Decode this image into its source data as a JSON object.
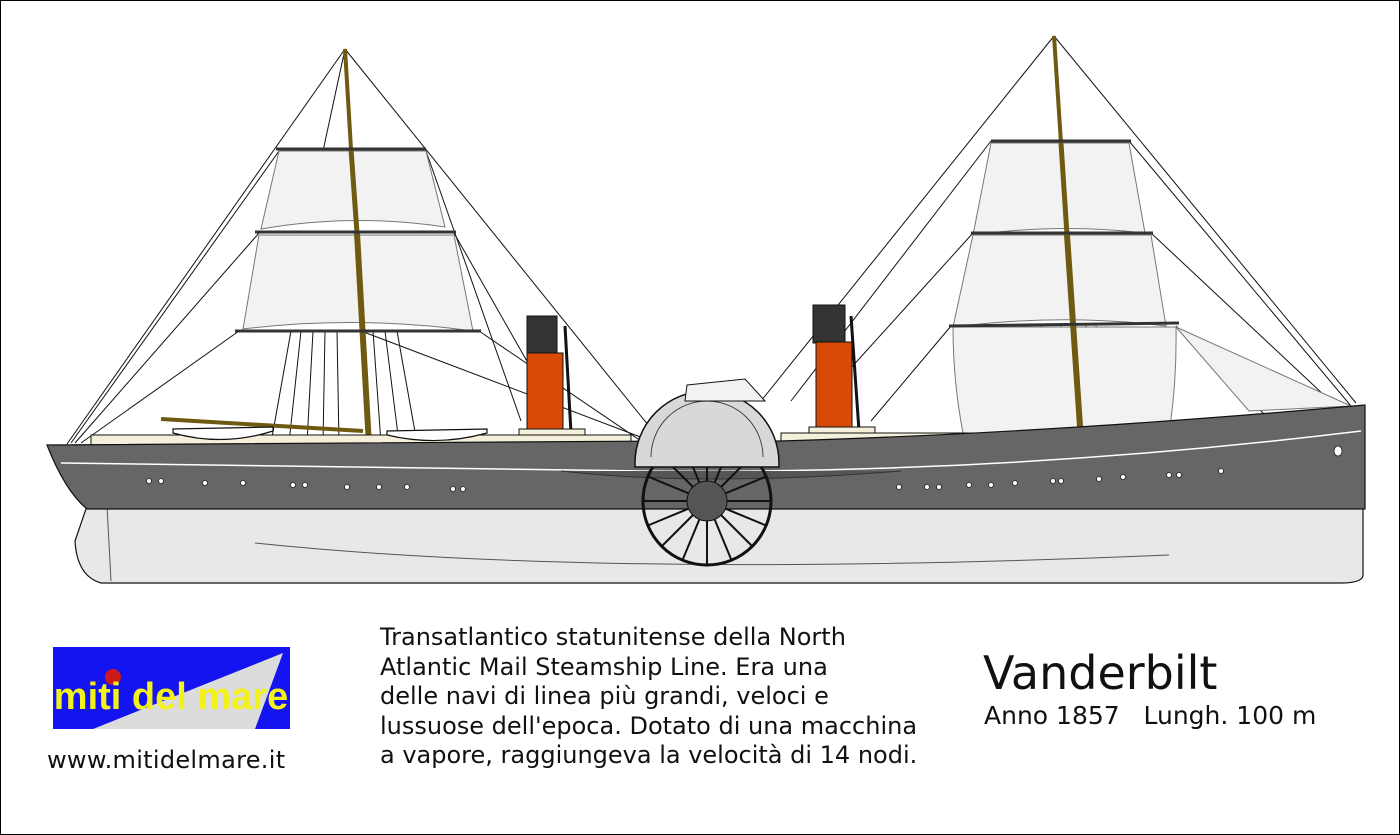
{
  "logo": {
    "text": "miti del mare",
    "colors": {
      "background": "#1414f0",
      "text": "#f2f21a",
      "wedge": "#dcdcdc",
      "dot": "#cc1a1a"
    }
  },
  "website": "www.mitidelmare.it",
  "description": {
    "lines": [
      "Transatlantico statunitense della North",
      "Atlantic Mail Steamship Line. Era una",
      "delle navi di linea più grandi, veloci e",
      "lussuose dell'epoca. Dotato di una macchina",
      "a vapore, raggiungeva la velocità di 14 nodi."
    ]
  },
  "ship": {
    "name": "Vanderbilt",
    "specs": "Anno 1857   Lungh. 100 m",
    "colors": {
      "hull_upper": "#666666",
      "hull_lower": "#e8e8e8",
      "funnel": "#d94a06",
      "funnel_top": "#333333",
      "mast": "#6e5a10",
      "sail": "#f2f2f2",
      "deck": "#f5f0dc"
    }
  }
}
